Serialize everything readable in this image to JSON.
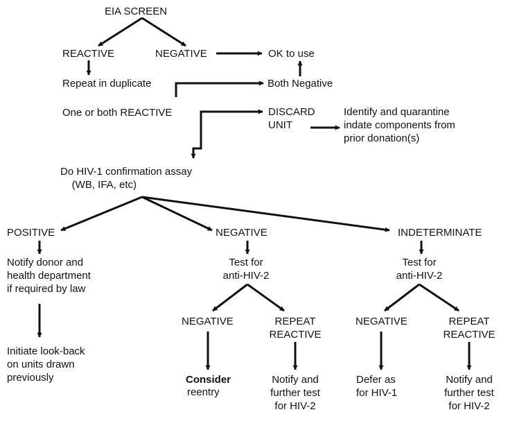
{
  "diagram": {
    "nodes": {
      "eia_screen": "EIA SCREEN",
      "reactive": "REACTIVE",
      "negative_top": "NEGATIVE",
      "ok_to_use": "OK to use",
      "repeat_duplicate": "Repeat in duplicate",
      "both_negative": "Both Negative",
      "one_or_both_reactive": "One or both REACTIVE",
      "discard_unit": "DISCARD\nUNIT",
      "quarantine": "Identify and quarantine\nindate components from\nprior donation(s)",
      "confirmation_assay": "Do HIV-1 confirmation assay\n    (WB, IFA, etc)",
      "positive": "POSITIVE",
      "negative_mid": "NEGATIVE",
      "indeterminate": "INDETERMINATE",
      "notify_donor": "Notify donor and\nhealth department\nif required by law",
      "test_anti_hiv2_a": "Test for\nanti-HIV-2",
      "test_anti_hiv2_b": "Test for\nanti-HIV-2",
      "lookback": "Initiate look-back\non units drawn\npreviously",
      "negative_a": "NEGATIVE",
      "repeat_reactive_a": "REPEAT\nREACTIVE",
      "negative_b": "NEGATIVE",
      "repeat_reactive_b": "REPEAT\nREACTIVE",
      "consider": "Consider",
      "reentry": "reentry",
      "notify_further_a": "Notify and\nfurther test\nfor HIV-2",
      "defer_hiv1": "Defer as\nfor HIV-1",
      "notify_further_b": "Notify and\nfurther test\nfor HIV-2"
    }
  },
  "colors": {
    "ink": "#111111",
    "background": "#ffffff"
  }
}
